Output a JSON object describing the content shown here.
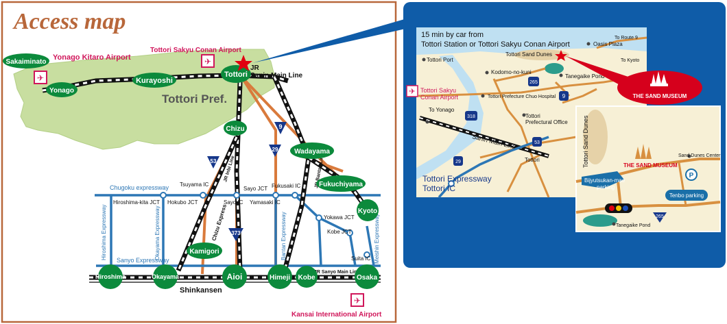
{
  "title": "Access map",
  "region_label": "Tottori Pref.",
  "airports": {
    "yonago": "Yonago Kitaro Airport",
    "tottori": "Tottori Sakyu Conan Airport",
    "kansai": "Kansai International Airport"
  },
  "cities": {
    "sakaiminato": "Sakaiminato",
    "yonago": "Yonago",
    "kurayoshi": "Kurayoshi",
    "tottori": "Tottori",
    "chizu": "Chizu",
    "wadayama": "Wadayama",
    "fukuchiyama": "Fukuchiyama",
    "kyoto": "Kyoto",
    "kamigori": "Kamigori",
    "hiroshima": "Hiroshima",
    "okayama": "Okayama",
    "aioi": "Aioi",
    "himeji": "Himeji",
    "kobe": "Kobe",
    "osaka": "Osaka"
  },
  "lines": {
    "jr": "JR",
    "sanin_main": "Sanin Main Line",
    "chugoku_exp": "Chugoku expressway",
    "sanyo_exp": "Sanyo Expressway",
    "shinkansen": "Shinkansen",
    "jr_sanyo": "JR Sanyo Main Line",
    "chizu_exp": "Chizu Express",
    "jr_inbi": "JR Inbi Line",
    "jr_bantan": "JR Bantan Line",
    "hiroshima_exp": "Hiroshima Expressway",
    "okayama_exp": "Okayama Expressway",
    "bantan_exp": "Bantan Expressway",
    "meishin_exp": "Meishin Expressway"
  },
  "ics": {
    "tsuyama": "Tsuyama IC",
    "hiroshima_kita": "Hiroshima-kita JCT",
    "hokubo": "Hokubo JCT",
    "sayo_ic": "Sayo IC",
    "sayo_jct": "Sayo JCT",
    "yamasaki": "Yamasaki IC",
    "fukusaki": "Fukusaki IC",
    "yokawa": "Yokawa JCT",
    "kobe_jct": "Kobe JCT",
    "suita": "Suita IC"
  },
  "routes": {
    "r9": "9",
    "r29": "29",
    "r53": "53",
    "r373": "373"
  },
  "inset": {
    "caption_line1": "15 min by car from",
    "caption_line2": "Tottori Station or Tottori Sakyu Conan Airport",
    "to_route9": "To Route 9",
    "oasis": "Oasis Plaza",
    "dunes": "Tottori Sand Dunes",
    "to_kyoto": "To Kyoto",
    "port": "Tottori Port",
    "kodomo": "Kodomo-no-kuni",
    "tanegaike": "Tanegaike Pond",
    "hospital": "Tottori Prefecture Chuo Hospital",
    "airport_line1": "Tottori Sakyu",
    "airport_line2": "Conan Airport",
    "to_yonago": "To Yonago",
    "pref_office_line1": "Tottori",
    "pref_office_line2": "Prefectural Office",
    "sanin": "Sanin Main Line",
    "station": "Tottori",
    "expressway": "Tottori Expressway",
    "ic": "Tottori IC",
    "r265": "265",
    "r9": "9",
    "r318": "318",
    "r53": "53",
    "r29": "29"
  },
  "museum_badge": "THE SAND MUSEUM",
  "detail": {
    "dunes_vertical": "Tottori Sand Dunes",
    "museum": "THE SAND MUSEUM",
    "center": "Sand Dunes Center",
    "parking_a_line1": "Bijyutsukan-mae",
    "parking_a_line2": "parking",
    "parking_b": "Tenbo parking",
    "p_symbol": "P",
    "tanegaike": "Tanegaike Pond",
    "r265": "265"
  },
  "colors": {
    "frame": "#b8673a",
    "green_node": "#0c8a3c",
    "land": "#c8dea0",
    "expressway": "#2d77b5",
    "route": "#d97a3c",
    "airport": "#d0165a",
    "blue_panel": "#0f5ca8",
    "museum_red": "#d6001c"
  }
}
